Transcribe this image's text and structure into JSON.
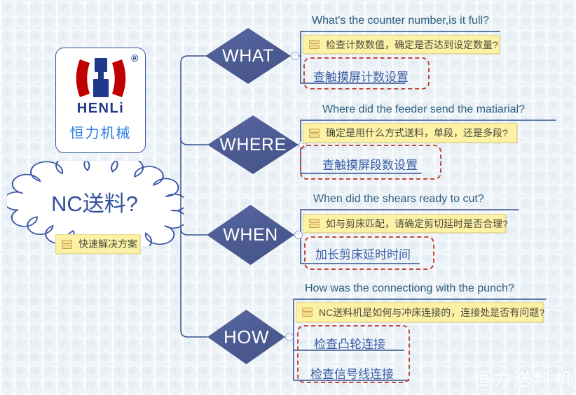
{
  "root": {
    "label": "NC送料?",
    "note": "快速解决方案"
  },
  "logo_card": {
    "brand": "HENLi",
    "registered": "®",
    "brand_cn": "恒力机械"
  },
  "branches": [
    {
      "keyword": "WHAT",
      "question": "What's the counter number,is it full?",
      "note": "检查计数数值，确定是否达到设定数量?",
      "solutions": [
        "查触摸屏计数设置"
      ]
    },
    {
      "keyword": "WHERE",
      "question": "Where did the feeder send the matiarial?",
      "note": "确定是用什么方式送料，单段，还是多段?",
      "solutions": [
        "查触摸屏段数设置"
      ]
    },
    {
      "keyword": "WHEN",
      "question": "When did the shears ready to cut?",
      "note": "如与剪床匹配，请确定剪切延时是否合理?",
      "solutions": [
        "加长剪床延时时间"
      ]
    },
    {
      "keyword": "HOW",
      "question": "How was the connectiong with the punch?",
      "note": "NC送料机是如何与冲床连接的，连接处是否有问题?",
      "solutions": [
        "检查凸轮连接",
        "检查信号线连接"
      ]
    }
  ],
  "watermark": "恒力送料机",
  "ui": {
    "collapse_glyph": "−"
  },
  "colors": {
    "background": "#eef3f7",
    "diamond_fill": "#4d5d94",
    "connector": "#33508f",
    "question_text": "#2e5e80",
    "note_bg": "#fcf2a6",
    "note_border": "#e7d98e",
    "note_text": "#4c4a40",
    "solution_text": "#3a5ea6",
    "solution_border_red": "#c4483a",
    "root_text": "#34509c",
    "brand_red": "#c00000",
    "brand_navy": "#20398b",
    "brand_blue": "#2b7de0"
  }
}
